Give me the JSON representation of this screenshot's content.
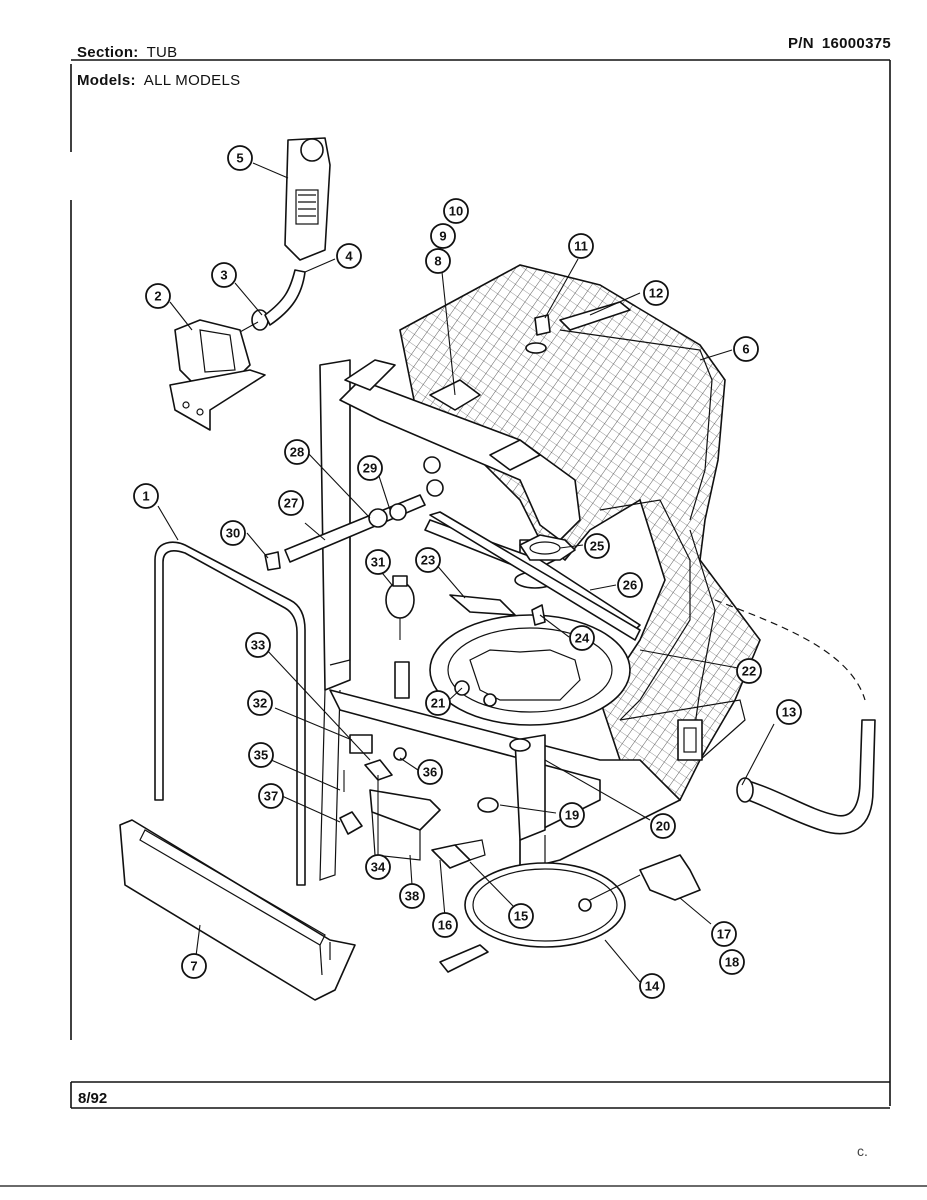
{
  "header": {
    "section_label": "Section:",
    "section_value": "TUB",
    "pn_label": "P/N",
    "pn_value": "16000375",
    "models_label": "Models:",
    "models_value": "ALL MODELS"
  },
  "footer": {
    "date": "8/92",
    "mark": "c."
  },
  "callouts": [
    "1",
    "2",
    "3",
    "4",
    "5",
    "6",
    "7",
    "8",
    "9",
    "10",
    "11",
    "12",
    "13",
    "14",
    "15",
    "16",
    "17",
    "18",
    "19",
    "20",
    "21",
    "22",
    "23",
    "24",
    "25",
    "26",
    "27",
    "28",
    "29",
    "30",
    "31",
    "32",
    "33",
    "34",
    "35",
    "36",
    "37",
    "38"
  ]
}
